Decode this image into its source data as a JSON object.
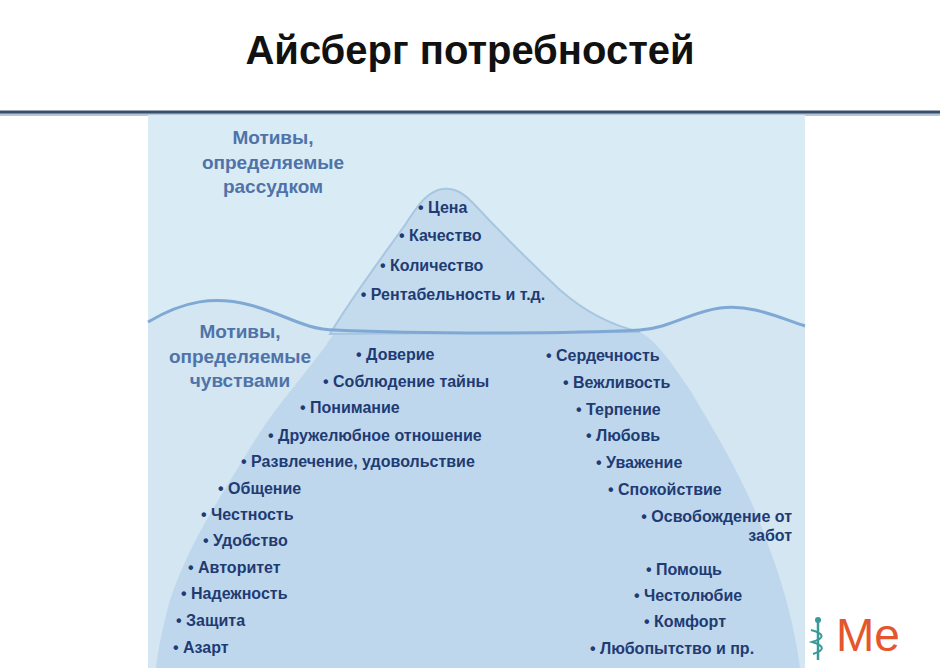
{
  "diagram": {
    "title": "Айсберг потребностей",
    "labels": [
      "Мотивы, определяемые рассудком",
      "• Цена",
      "• Качество",
      "• Количество",
      "• Рентабельность и т.д.",
      "Мотивы, определяемые чувствами",
      "• Доверие",
      "• Соблюдение тайны",
      "• Понимание",
      "• Дружелюбное отношение",
      "• Развлечение, удовольствие",
      "• Общение",
      "• Честность",
      "• Удобство",
      "• Авторитет",
      "• Надежность",
      "• Защита",
      "• Азарт",
      "• Сердечность",
      "• Вежливость",
      "• Терпение",
      "• Любовь",
      "• Уважение",
      "• Спокойствие",
      "• Освобождение от забот",
      "• Помощь",
      "• Честолюбие",
      "• Комфорт",
      "• Любопытство и пр.",
      "Me"
    ]
  }
}
